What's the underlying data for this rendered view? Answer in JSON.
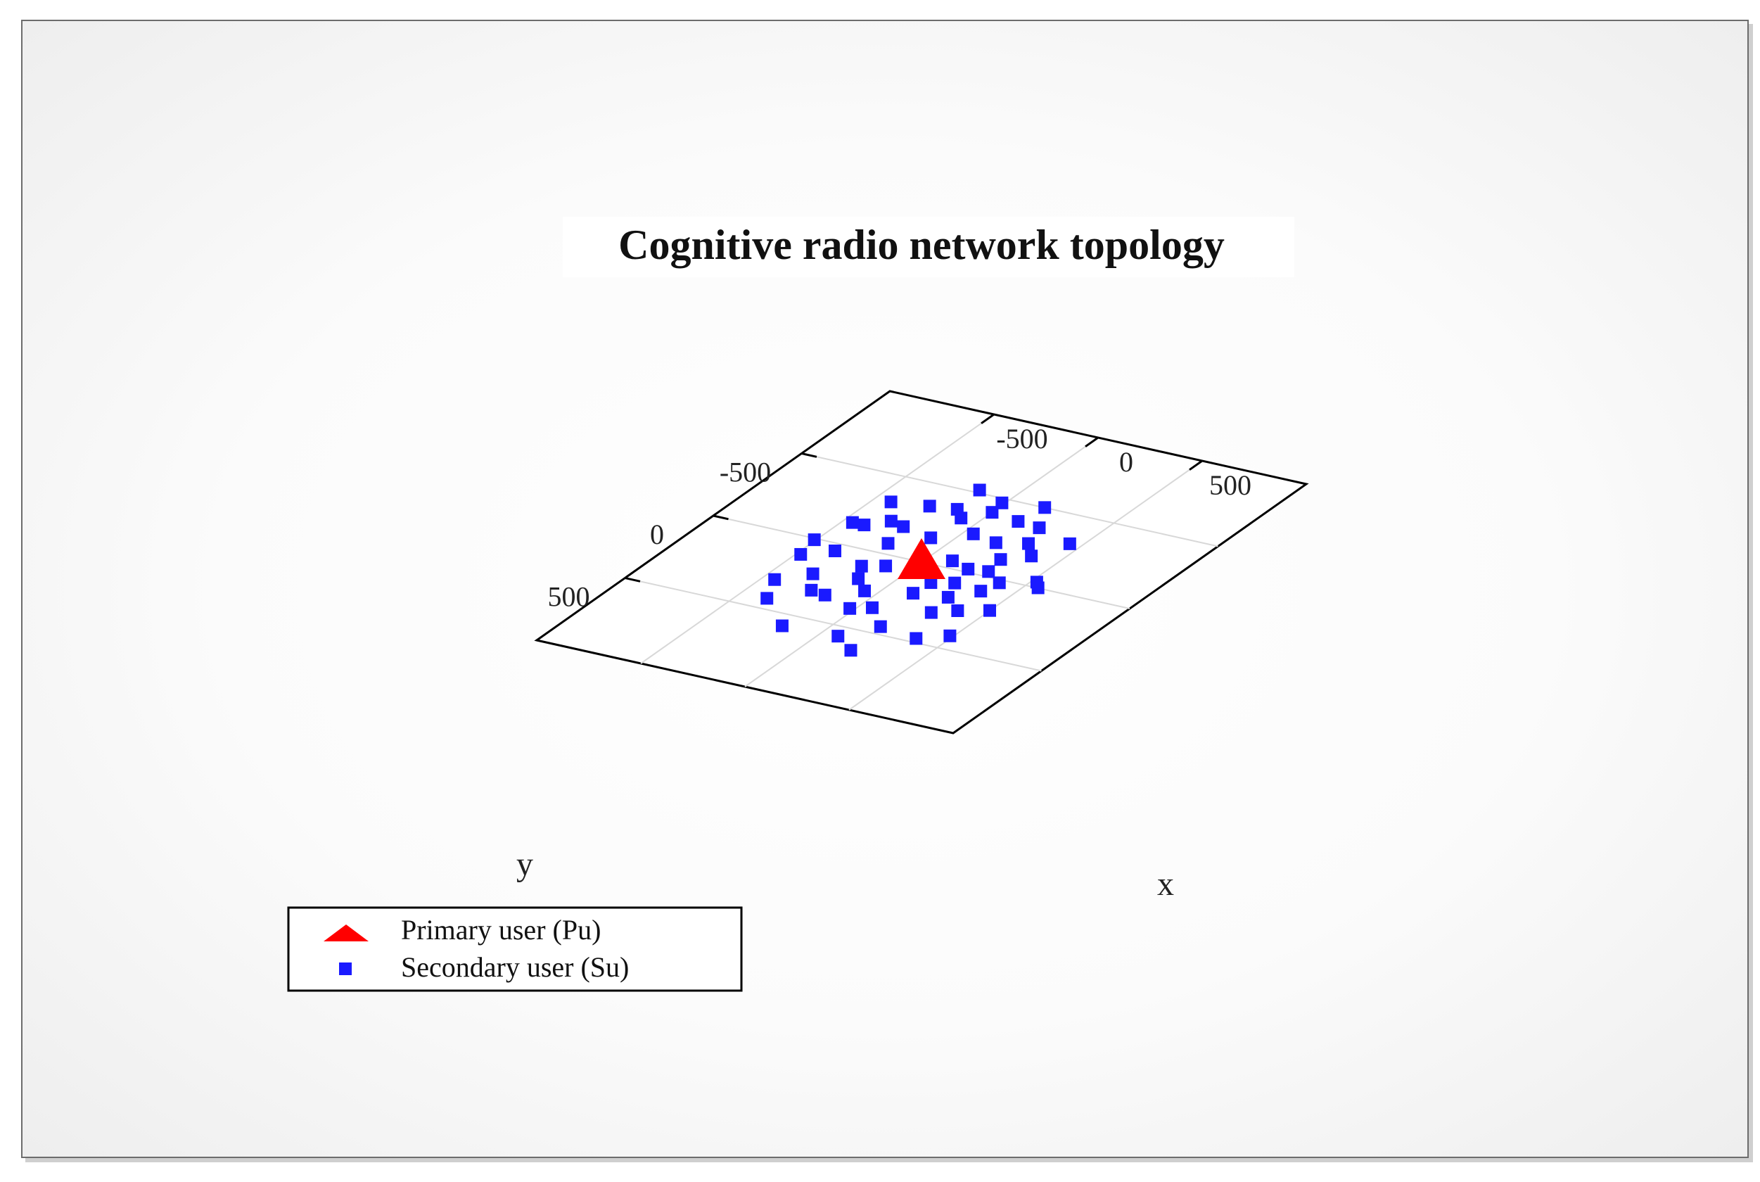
{
  "chart_data": {
    "type": "scatter",
    "title": "Cognitive radio network topology",
    "xlabel": "x",
    "ylabel": "y",
    "xlim": [
      -1000,
      1000
    ],
    "ylim": [
      -1000,
      1000
    ],
    "grid": true,
    "legend_placement": "bottom-left",
    "x_ticks": [
      {
        "value": -500,
        "label": "-500"
      },
      {
        "value": 0,
        "label": "0"
      },
      {
        "value": 500,
        "label": "500"
      }
    ],
    "y_ticks": [
      {
        "value": -500,
        "label": "-500"
      },
      {
        "value": 0,
        "label": "0"
      },
      {
        "value": 500,
        "label": "500"
      }
    ],
    "series": [
      {
        "name": "Primary user (Pu)",
        "marker": "triangle",
        "color": "#ff0000",
        "points": [
          [
            0,
            0
          ]
        ]
      },
      {
        "name": "Secondary user (Su)",
        "marker": "square",
        "color": "#1a1aff",
        "points": [
          [
            -111,
            72
          ],
          [
            -92,
            -161
          ],
          [
            -219,
            -69
          ],
          [
            -250,
            -192
          ],
          [
            -198,
            106
          ],
          [
            -145,
            187
          ],
          [
            -59,
            253
          ],
          [
            140,
            112
          ],
          [
            130,
            201
          ],
          [
            229,
            82
          ],
          [
            206,
            -21
          ],
          [
            106,
            -50
          ],
          [
            171,
            -220
          ],
          [
            43,
            -243
          ],
          [
            -84,
            -323
          ],
          [
            0,
            -400
          ],
          [
            -143,
            -371
          ],
          [
            -260,
            -353
          ],
          [
            -323,
            -209
          ],
          [
            -402,
            -149
          ],
          [
            -374,
            49
          ],
          [
            -336,
            219
          ],
          [
            -257,
            321
          ],
          [
            -182,
            332
          ],
          [
            -22,
            380
          ],
          [
            56,
            345
          ],
          [
            184,
            449
          ],
          [
            296,
            294
          ],
          [
            383,
            247
          ],
          [
            279,
            178
          ],
          [
            366,
            96
          ],
          [
            293,
            -34
          ],
          [
            275,
            -124
          ],
          [
            294,
            -259
          ],
          [
            142,
            -380
          ],
          [
            -13,
            -471
          ],
          [
            -161,
            -519
          ],
          [
            -423,
            -326
          ],
          [
            -457,
            -148
          ],
          [
            -507,
            9
          ],
          [
            -481,
            117
          ],
          [
            -446,
            306
          ],
          [
            -377,
            431
          ],
          [
            -179,
            578
          ],
          [
            78,
            565
          ],
          [
            198,
            634
          ],
          [
            375,
            473
          ],
          [
            485,
            411
          ],
          [
            499,
            202
          ],
          [
            391,
            20
          ],
          [
            369,
            -187
          ],
          [
            252,
            -370
          ],
          [
            167,
            -501
          ],
          [
            446,
            -314
          ],
          [
            524,
            -35
          ],
          [
            558,
            -2
          ]
        ]
      }
    ]
  }
}
